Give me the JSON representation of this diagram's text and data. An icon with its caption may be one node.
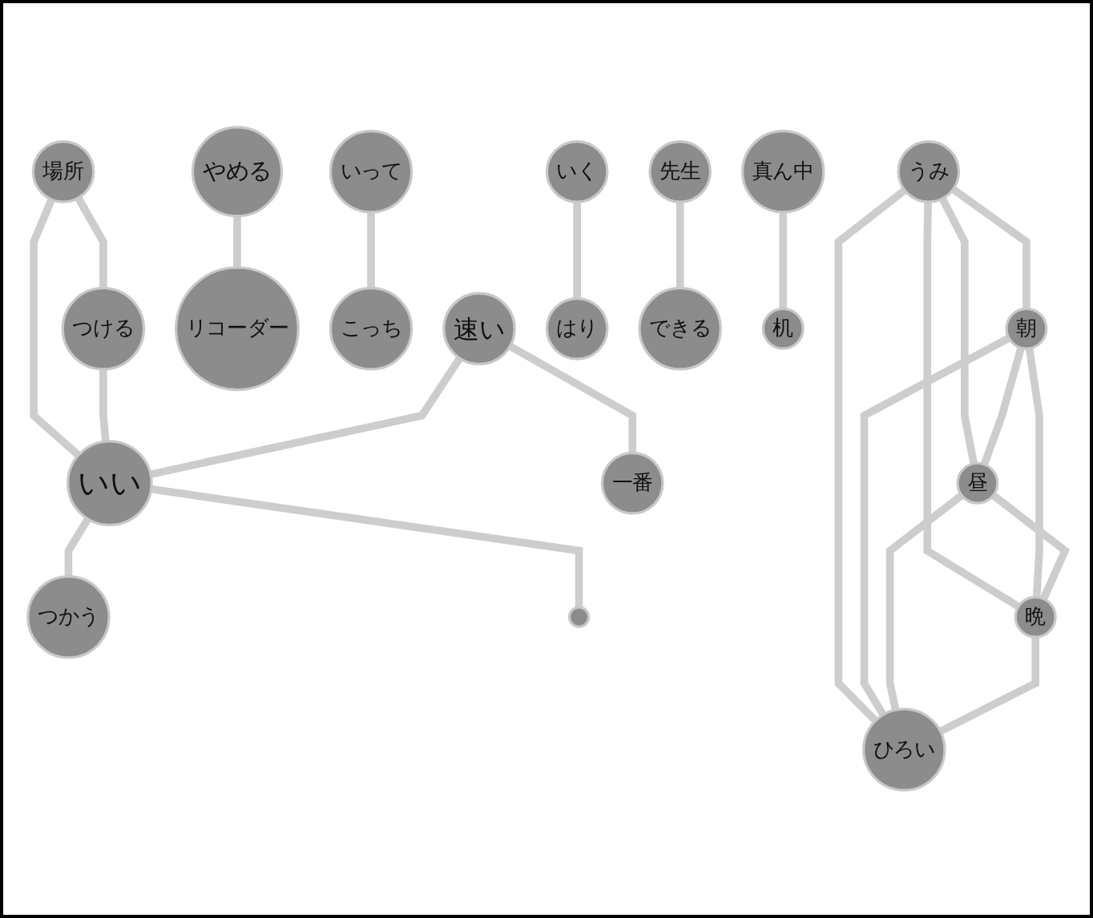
{
  "diagram": {
    "nodes": [
      {
        "text": [
          "場所"
        ]
      },
      {
        "text": [
          "つける"
        ]
      },
      {
        "text": [
          "やめる"
        ]
      },
      {
        "text": [
          "速い"
        ]
      },
      {
        "text": [
          "いい"
        ]
      },
      {
        "text": [
          "つかう"
        ]
      },
      {
        "text": [
          "リコーダー"
        ]
      },
      {
        "text": [],
        "shape": "circle"
      },
      {
        "text": [
          "一番"
        ]
      },
      {
        "text": [
          "いって"
        ]
      },
      {
        "text": [
          "いく"
        ]
      },
      {
        "text": [
          "うみ"
        ]
      },
      {
        "text": [
          "こっち"
        ]
      },
      {
        "text": [
          "朝"
        ]
      },
      {
        "text": [
          "昼"
        ]
      },
      {
        "text": [
          "はり"
        ]
      },
      {
        "text": [
          "晩"
        ]
      },
      {
        "text": [
          "ひろい"
        ]
      },
      {
        "text": [
          "先生"
        ]
      },
      {
        "text": [
          "真ん中"
        ]
      },
      {
        "text": [
          "できる"
        ]
      },
      {
        "text": [
          "机"
        ]
      }
    ],
    "edges": [
      {
        "from": 0,
        "to": 1,
        "arrow": "none"
      },
      {
        "from": 0,
        "to": 4,
        "arrow": "none"
      },
      {
        "from": 1,
        "to": 4,
        "arrow": "none"
      },
      {
        "from": 3,
        "to": 4,
        "arrow": "none"
      },
      {
        "from": 4,
        "to": 5,
        "arrow": "none"
      },
      {
        "from": 4,
        "to": 7,
        "arrow": "none"
      },
      {
        "from": 3,
        "to": 8,
        "arrow": "none"
      },
      {
        "from": 2,
        "to": 6,
        "arrow": "none"
      },
      {
        "from": 9,
        "to": 12,
        "arrow": "none"
      },
      {
        "from": 10,
        "to": 15,
        "arrow": "none"
      },
      {
        "from": 11,
        "to": 13,
        "arrow": "none"
      },
      {
        "from": 11,
        "to": 14,
        "arrow": "none"
      },
      {
        "from": 11,
        "to": 16,
        "arrow": "none"
      },
      {
        "from": 11,
        "to": 17,
        "arrow": "none"
      },
      {
        "from": 13,
        "to": 14,
        "arrow": "none"
      },
      {
        "from": 13,
        "to": 16,
        "arrow": "none"
      },
      {
        "from": 13,
        "to": 17,
        "arrow": "none"
      },
      {
        "from": 14,
        "to": 16,
        "arrow": "none"
      },
      {
        "from": 14,
        "to": 17,
        "arrow": "none"
      },
      {
        "from": 16,
        "to": 17,
        "arrow": "none"
      },
      {
        "from": 18,
        "to": 20,
        "arrow": "none"
      },
      {
        "from": 19,
        "to": 21,
        "arrow": "none"
      }
    ]
  }
}
